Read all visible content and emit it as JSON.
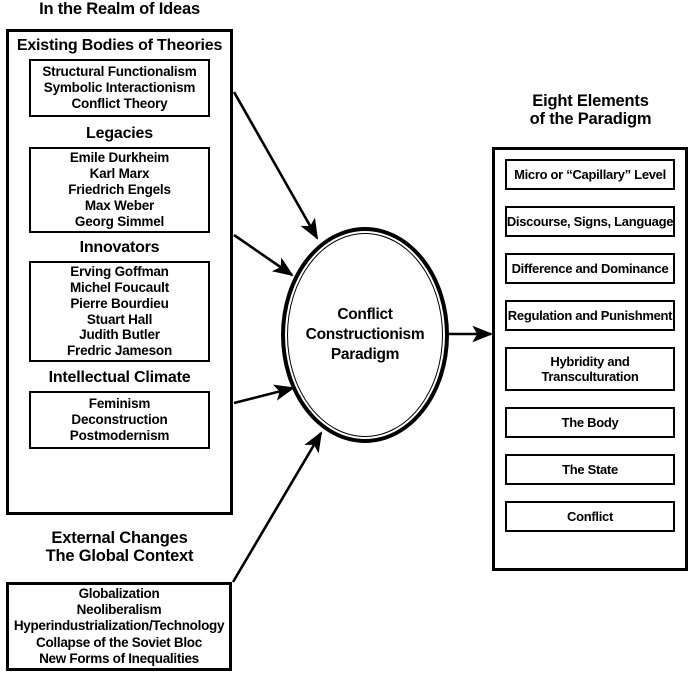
{
  "left_column": {
    "realm_title": "In the Realm of Ideas",
    "groups": [
      {
        "heading": "Existing Bodies of Theories",
        "items": [
          "Structural Functionalism",
          "Symbolic Interactionism",
          "Conflict Theory"
        ]
      },
      {
        "heading": "Legacies",
        "items": [
          "Emile Durkheim",
          "Karl Marx",
          "Friedrich Engels",
          "Max Weber",
          "Georg Simmel"
        ]
      },
      {
        "heading": "Innovators",
        "items": [
          "Erving Goffman",
          "Michel Foucault",
          "Pierre Bourdieu",
          "Stuart Hall",
          "Judith Butler",
          "Fredric Jameson"
        ]
      },
      {
        "heading": "Intellectual Climate",
        "items": [
          "Feminism",
          "Deconstruction",
          "Postmodernism"
        ]
      }
    ]
  },
  "external_changes": {
    "title_line1": "External Changes",
    "title_line2": "The Global Context",
    "items": [
      "Globalization",
      "Neoliberalism",
      "Hyperindustrialization/Technology",
      "Collapse of the Soviet Bloc",
      "New Forms of Inequalities"
    ]
  },
  "center": {
    "label_lines": [
      "Conflict",
      "Constructionism",
      "Paradigm"
    ]
  },
  "right_panel": {
    "title_line1": "Eight Elements",
    "title_line2": "of the Paradigm",
    "elements": [
      {
        "lines": [
          "Micro or “Capillary” Level"
        ],
        "tall": false
      },
      {
        "lines": [
          "Discourse, Signs, Language"
        ],
        "tall": false
      },
      {
        "lines": [
          "Difference and Dominance"
        ],
        "tall": false
      },
      {
        "lines": [
          "Regulation and Punishment"
        ],
        "tall": false
      },
      {
        "lines": [
          "Hybridity and",
          "Transculturation"
        ],
        "tall": true
      },
      {
        "lines": [
          "The Body"
        ],
        "tall": false
      },
      {
        "lines": [
          "The State"
        ],
        "tall": false
      },
      {
        "lines": [
          "Conflict"
        ],
        "tall": false
      }
    ]
  },
  "colors": {
    "stroke": "#000000",
    "background": "#ffffff"
  }
}
